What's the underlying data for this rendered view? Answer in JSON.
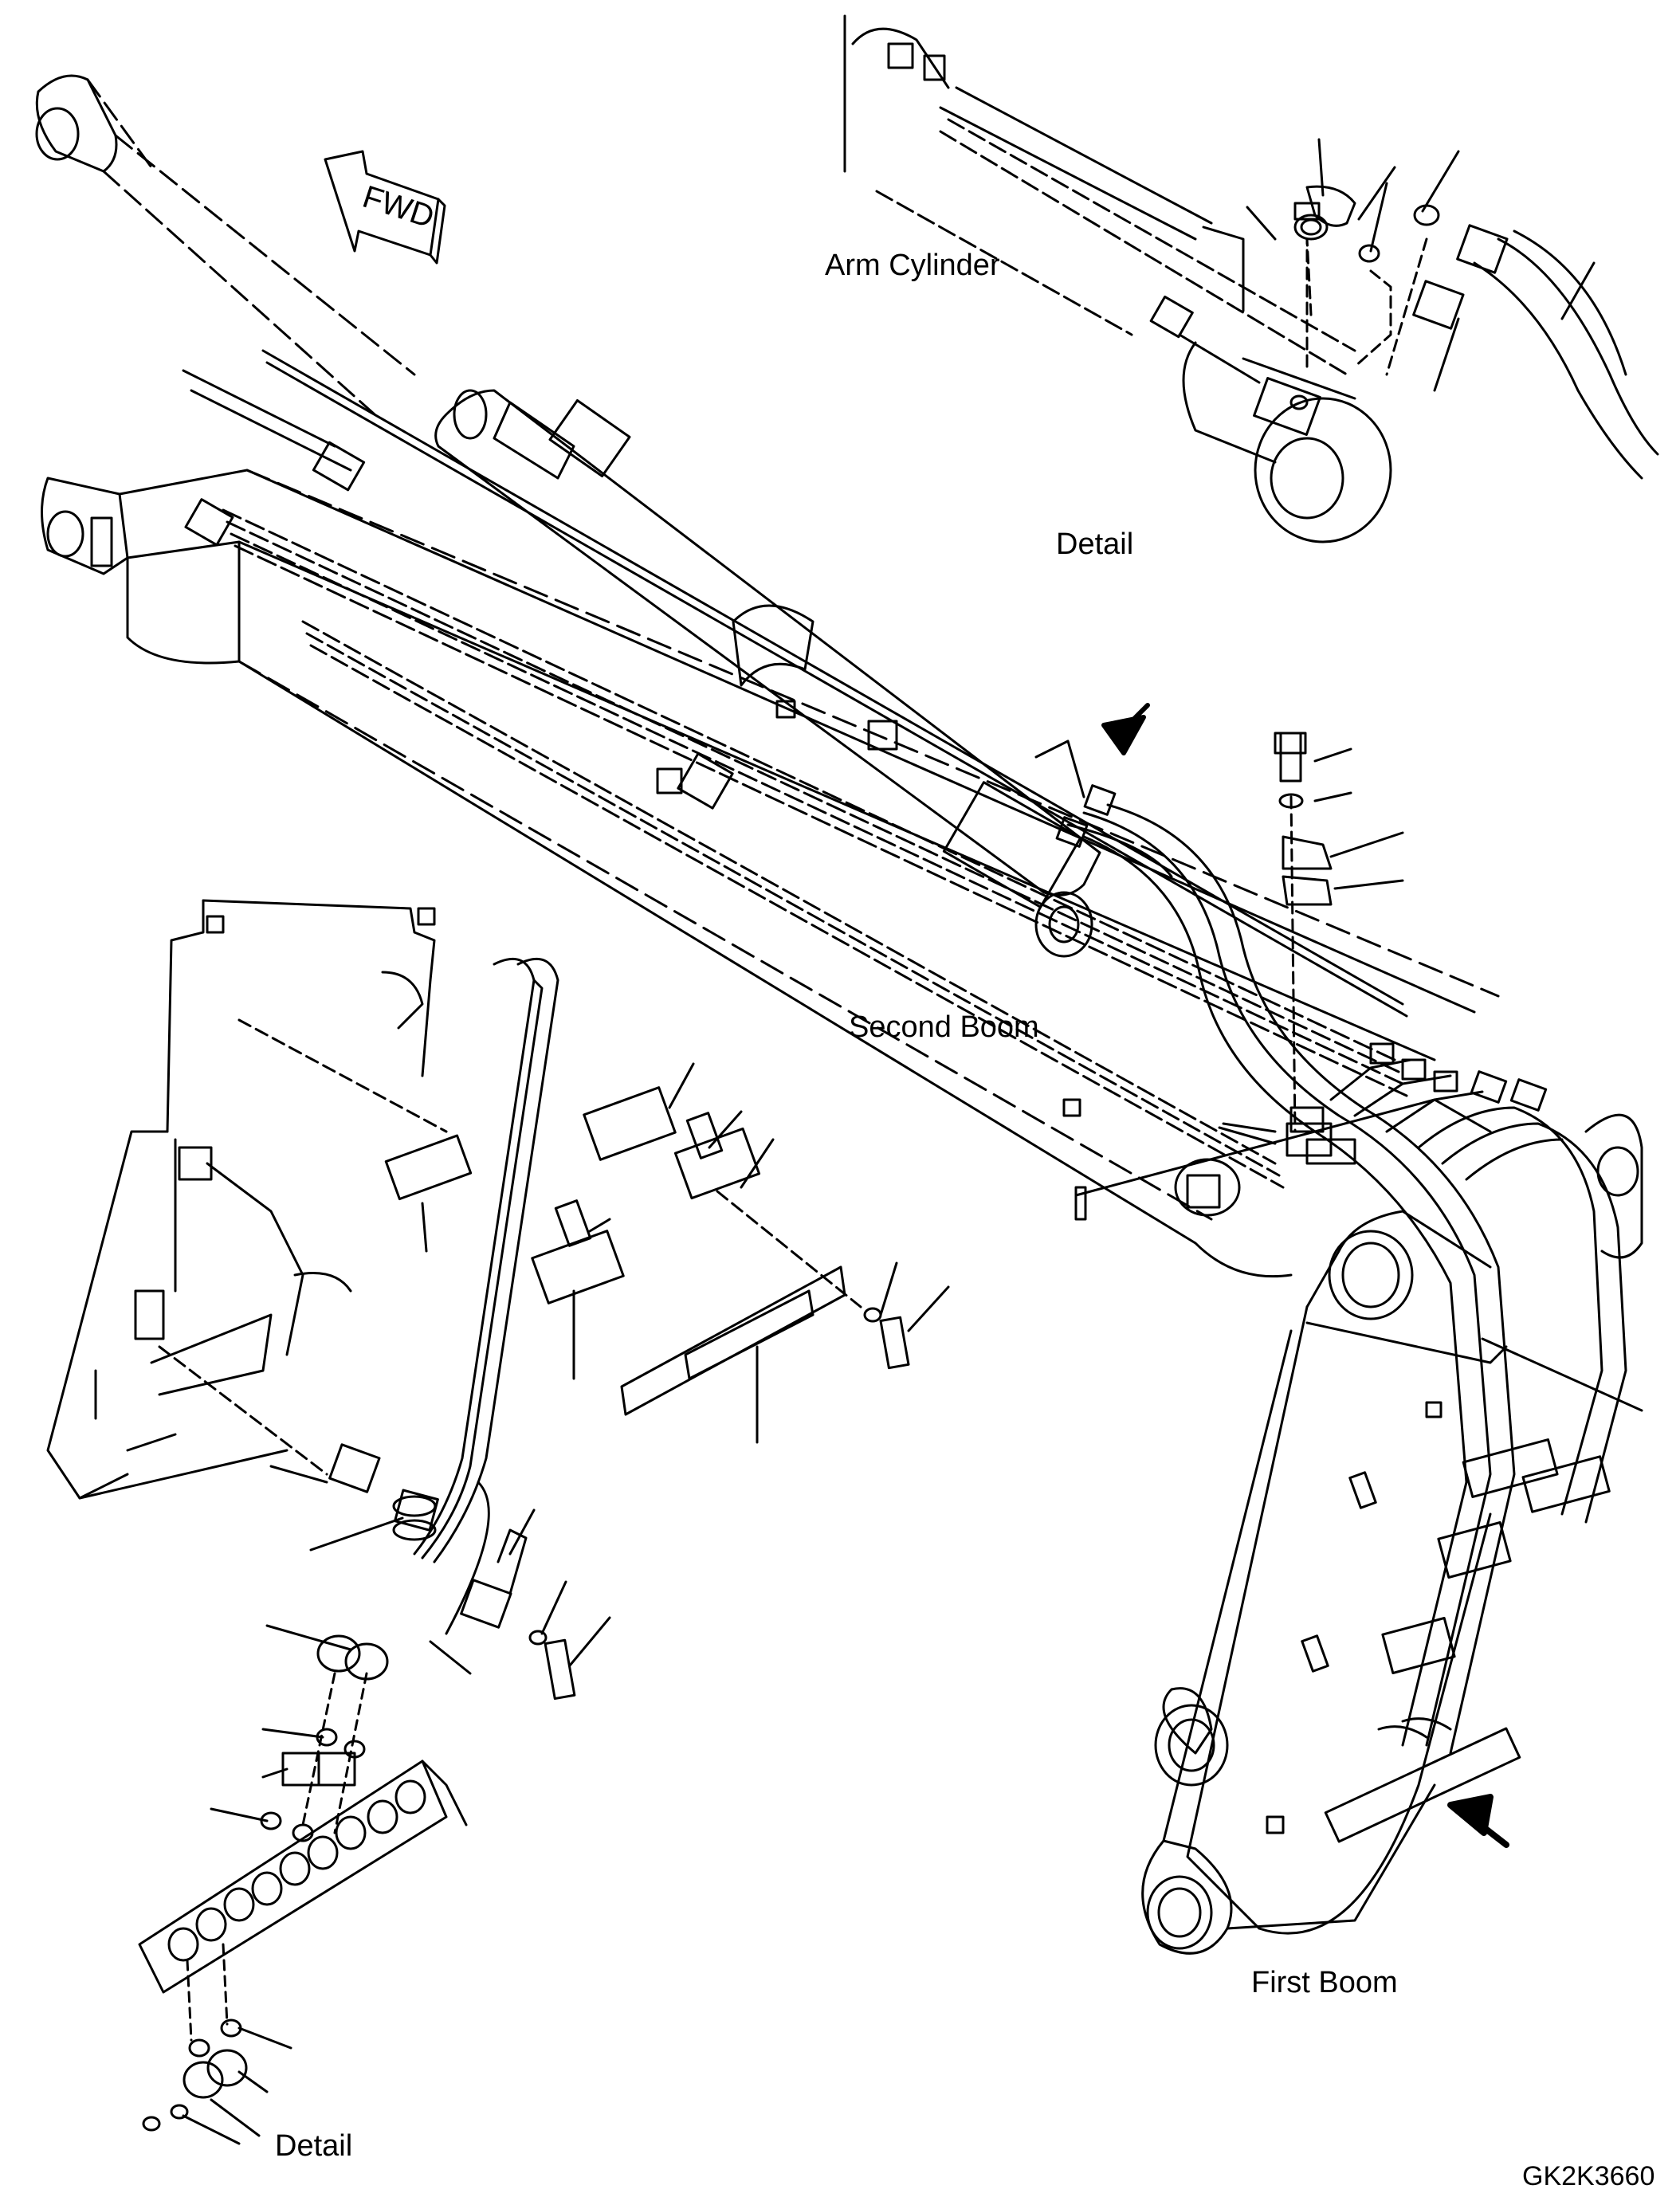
{
  "labels": {
    "fwd": "FWD",
    "arm_cylinder": "Arm Cylinder",
    "detail_top": "Detail",
    "second_boom": "Second Boom",
    "first_boom": "First Boom",
    "detail_bottom": "Detail",
    "figure_code": "GK2K3660"
  },
  "colors": {
    "line": "#000000",
    "background": "#ffffff"
  },
  "icons": [
    "fwd-arrow-icon",
    "pointer-arrow-icon"
  ]
}
